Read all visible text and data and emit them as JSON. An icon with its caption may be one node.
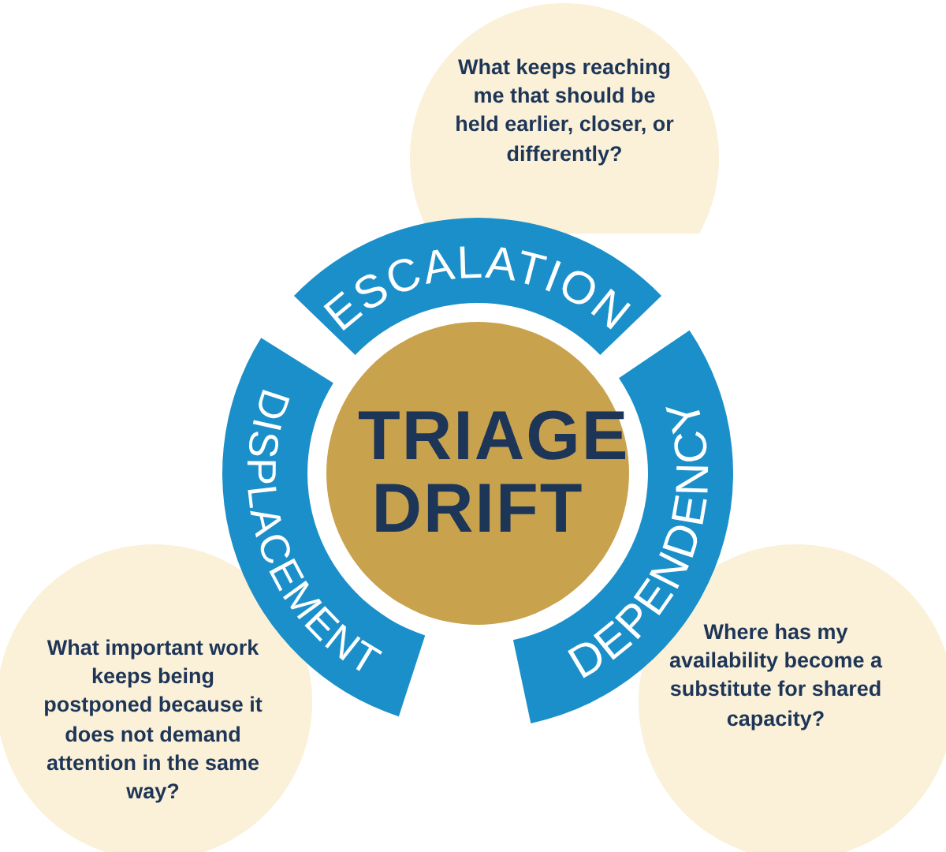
{
  "diagram": {
    "nodes": [
      {
        "text": [
          "What keeps reaching me that should be held earlier, closer, or differently?"
        ]
      },
      {
        "text": [
          "ESCALATION"
        ]
      },
      {
        "text": [
          "DISPLACEMENT"
        ]
      },
      {
        "text": [
          "TRIAGE DRIFT"
        ]
      },
      {
        "text": [
          "DEPENDENCY"
        ]
      },
      {
        "text": [
          "What important work keeps being postponed because it does not demand attention in the same way?"
        ]
      },
      {
        "text": [
          "Where has my availability become a substitute for shared capacity?"
        ]
      }
    ],
    "edges": []
  }
}
